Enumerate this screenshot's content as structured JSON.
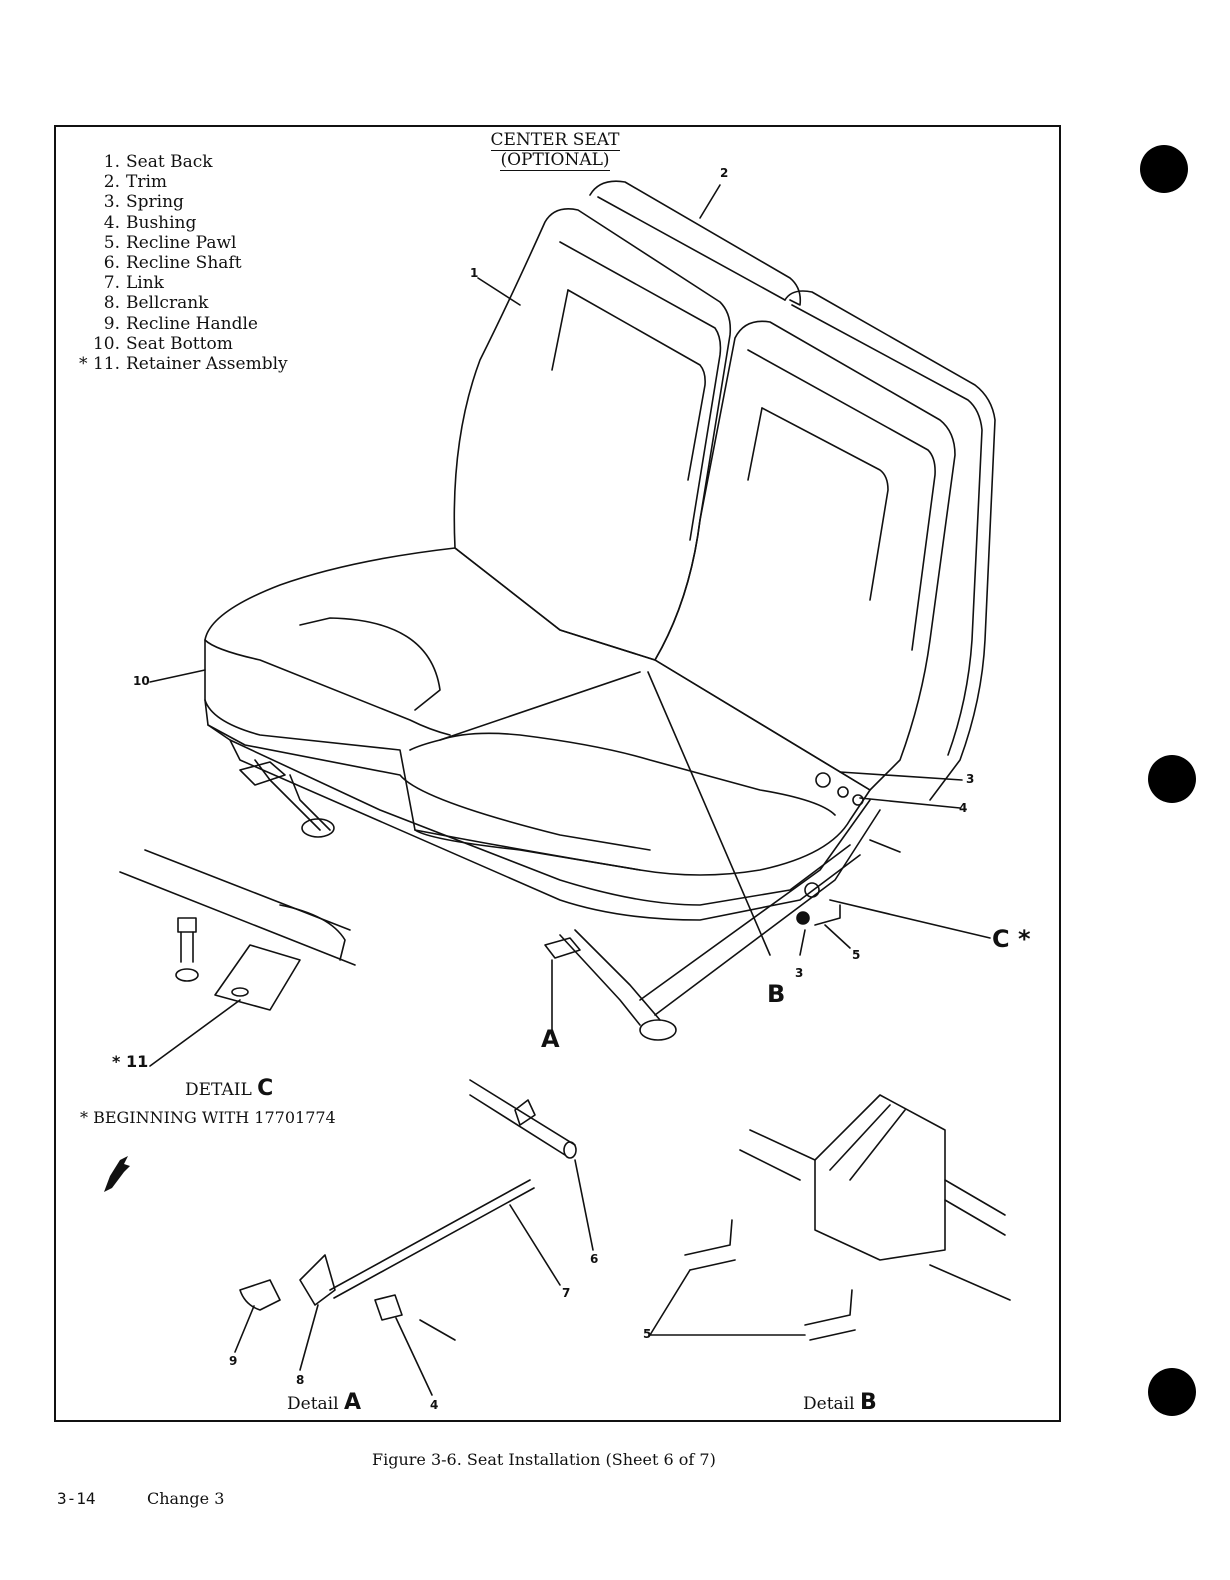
{
  "title": {
    "line1": "CENTER SEAT",
    "line2": "(OPTIONAL)"
  },
  "legend": [
    {
      "num": "1.",
      "label": "Seat Back"
    },
    {
      "num": "2.",
      "label": "Trim"
    },
    {
      "num": "3.",
      "label": "Spring"
    },
    {
      "num": "4.",
      "label": "Bushing"
    },
    {
      "num": "5.",
      "label": "Recline Pawl"
    },
    {
      "num": "6.",
      "label": "Recline Shaft"
    },
    {
      "num": "7.",
      "label": "Link"
    },
    {
      "num": "8.",
      "label": "Bellcrank"
    },
    {
      "num": "9.",
      "label": "Recline Handle"
    },
    {
      "num": "10.",
      "label": "Seat Bottom"
    },
    {
      "num": "* 11.",
      "label": "Retainer Assembly"
    }
  ],
  "callouts": {
    "c1": "1",
    "c2": "2",
    "c3a": "3",
    "c4a": "4",
    "c10": "10",
    "c3b": "3",
    "c5b": "5",
    "c11": "* 11",
    "c6": "6",
    "c7": "7",
    "c8": "8",
    "c9": "9",
    "c4d": "4",
    "c5d": "5"
  },
  "letters": {
    "a": "A",
    "b": "B",
    "c": "C *"
  },
  "detail_c": {
    "label": "DETAIL",
    "letter": "C",
    "note": "* BEGINNING WITH 17701774"
  },
  "detail_a": {
    "label": "Detail",
    "letter": "A"
  },
  "detail_b": {
    "label": "Detail",
    "letter": "B"
  },
  "caption": "Figure 3-6.  Seat Installation (Sheet 6 of 7)",
  "footer": {
    "page": "3-14",
    "change": "Change 3"
  }
}
